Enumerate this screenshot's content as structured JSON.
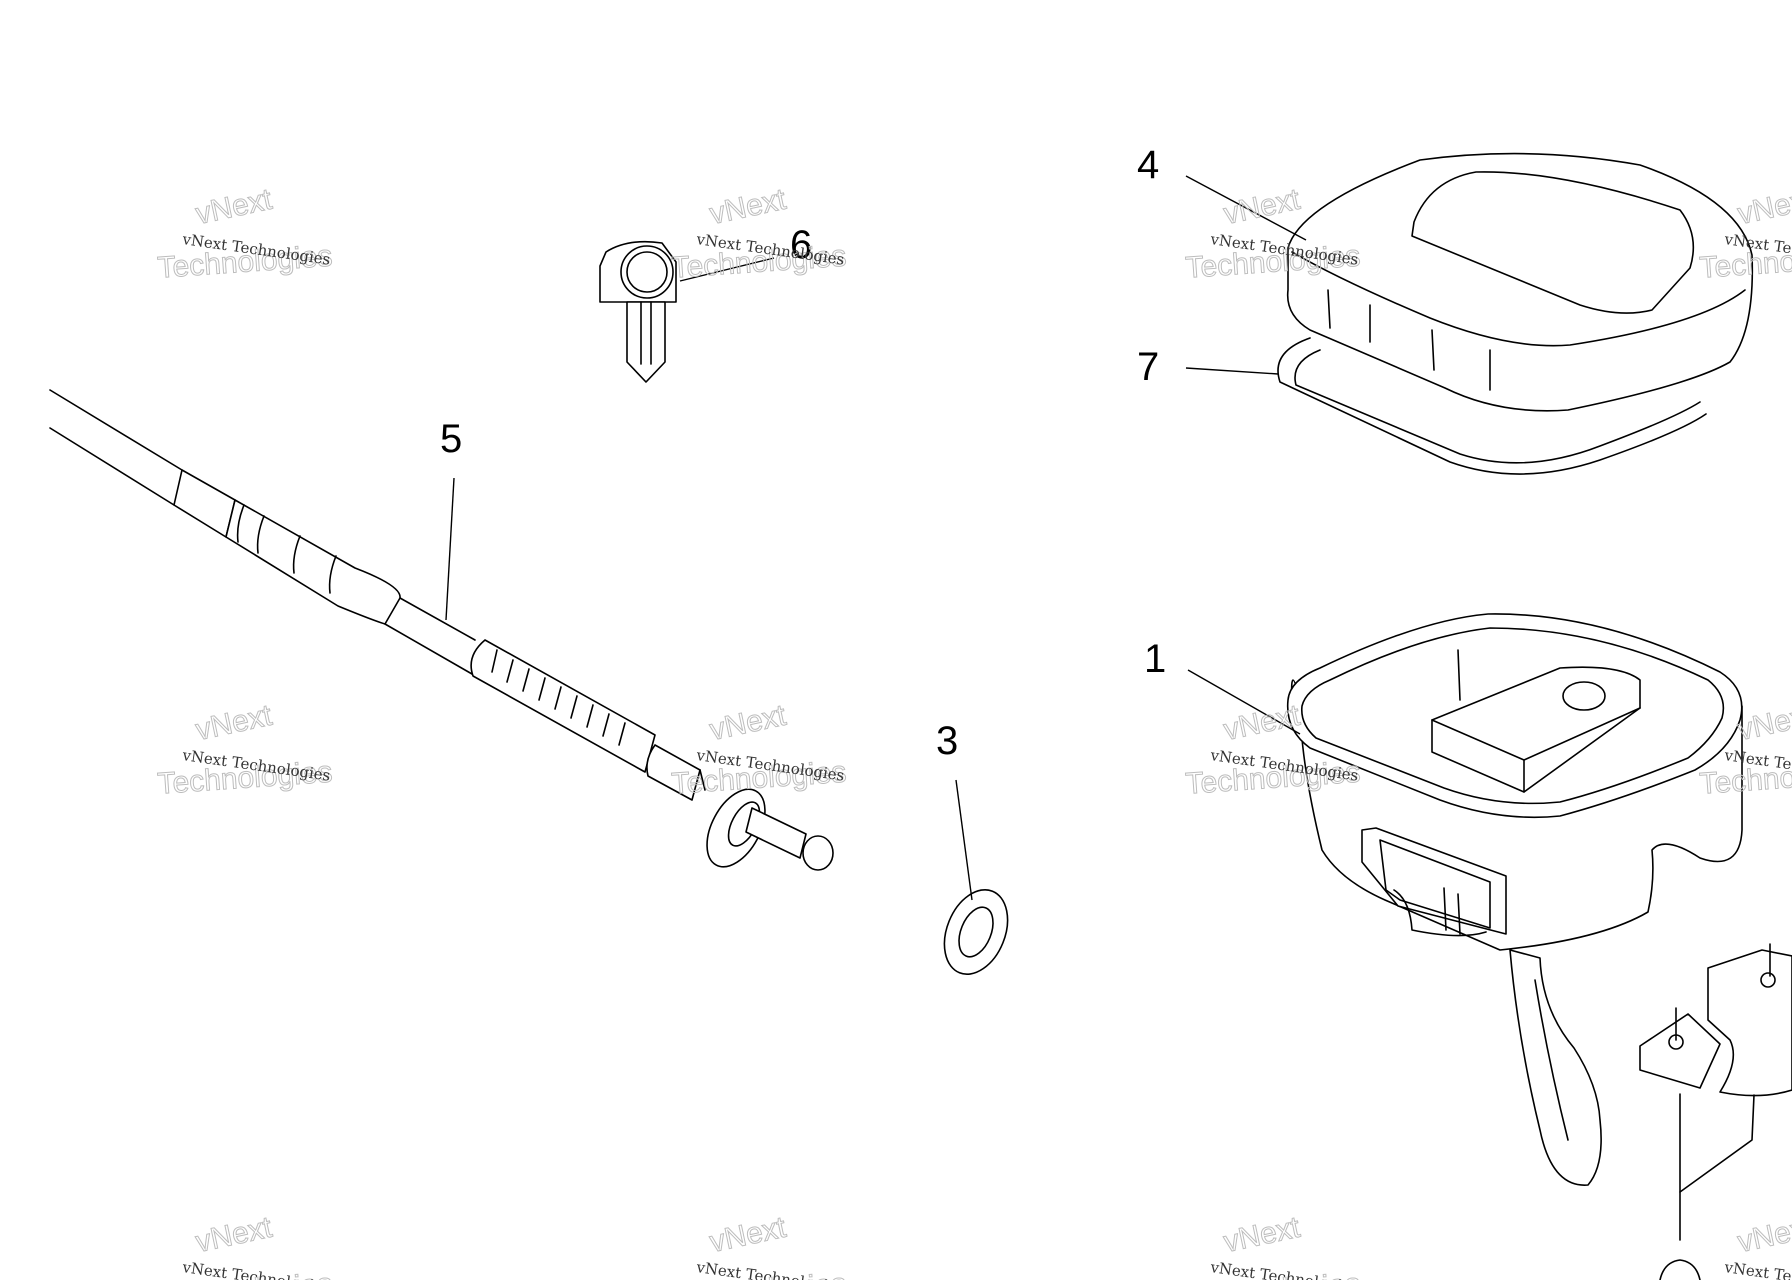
{
  "diagram": {
    "callouts": [
      {
        "id": "1",
        "label": "1"
      },
      {
        "id": "3",
        "label": "3"
      },
      {
        "id": "4",
        "label": "4"
      },
      {
        "id": "5",
        "label": "5"
      },
      {
        "id": "6",
        "label": "6"
      },
      {
        "id": "7",
        "label": "7"
      }
    ],
    "parts": {
      "p1": "throttle-housing",
      "p3": "washer",
      "p4": "housing-cover",
      "p5": "throttle-cable",
      "p6": "key",
      "p7": "gasket"
    }
  },
  "watermark": {
    "line1": "vNext Technologies",
    "line2": "vNext",
    "line3": "Technologies"
  }
}
